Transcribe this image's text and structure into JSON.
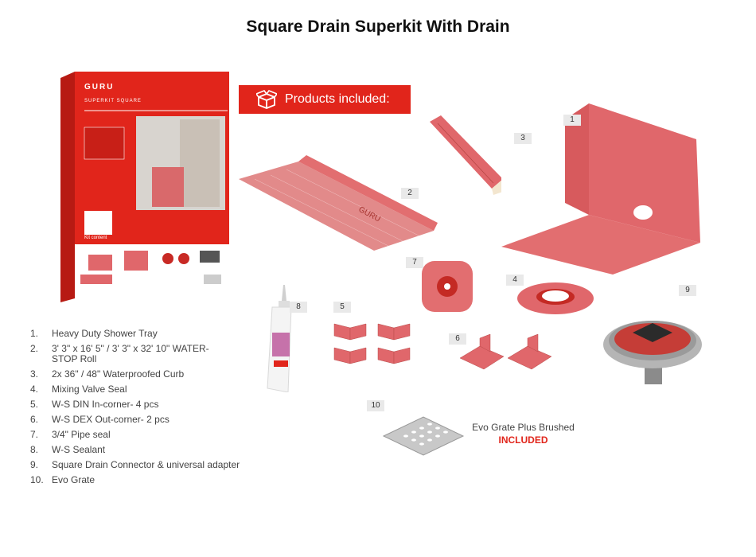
{
  "page": {
    "title": "Square Drain Superkit With Drain"
  },
  "banner": {
    "label": "Products included:",
    "icon": "open-box-icon"
  },
  "box": {
    "brand": "GURU",
    "product_name": "SUPERKIT SQUARE",
    "footer_label": "Kit content"
  },
  "items": [
    {
      "num": "1.",
      "text": "Heavy Duty Shower Tray",
      "tag": "1"
    },
    {
      "num": "2.",
      "text": "3' 3\" x 16' 5\" / 3' 3\" x 32' 10\" WATER-STOP Roll",
      "tag": "2"
    },
    {
      "num": "3.",
      "text": "2x 36\" / 48\" Waterproofed Curb",
      "tag": "3"
    },
    {
      "num": "4.",
      "text": "Mixing Valve Seal",
      "tag": "4"
    },
    {
      "num": "5.",
      "text": "W-S DIN In-corner- 4 pcs",
      "tag": "5"
    },
    {
      "num": "6.",
      "text": "W-S DEX Out-corner- 2 pcs",
      "tag": "6"
    },
    {
      "num": "7.",
      "text": "3/4\" Pipe seal",
      "tag": "7"
    },
    {
      "num": "8.",
      "text": "W-S Sealant",
      "tag": "8"
    },
    {
      "num": "9.",
      "text": "Square Drain Connector & universal adapter",
      "tag": "9"
    },
    {
      "num": "10.",
      "text": "Evo Grate",
      "tag": "10"
    }
  ],
  "grate": {
    "caption": "Evo Grate Plus Brushed",
    "included": "INCLUDED"
  },
  "colors": {
    "accent": "#e1251b",
    "membrane": "#e0676b",
    "tag_bg": "#e9e9e9"
  }
}
